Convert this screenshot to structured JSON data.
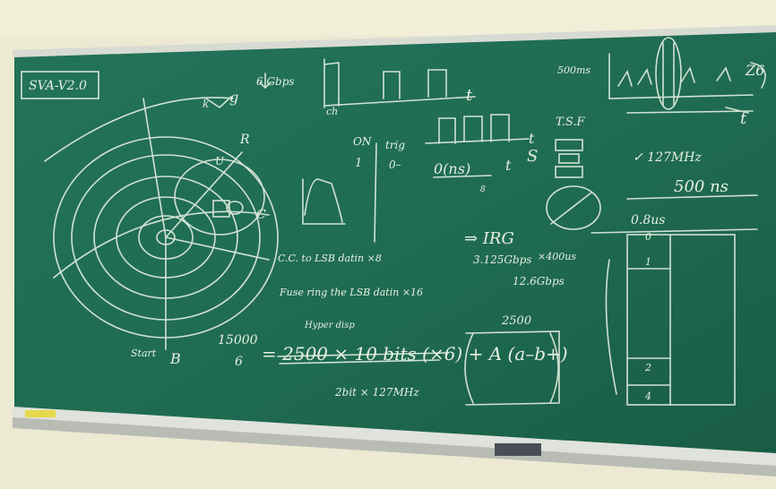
{
  "scene": {
    "colors": {
      "board": "#1f6b52",
      "board_dark": "#15523e",
      "wall": "#ecead2",
      "chalk": "#e6efe2",
      "frame": "#d9dcd6"
    }
  },
  "board_text": {
    "title": "SVA-V2.0",
    "rate_6": "6 Gbps",
    "axis_t1": "t",
    "axis_t2": "t",
    "axis_t3": "t",
    "axis_t4": "t",
    "fifty_ms": "500ms",
    "zone_a": "Z6",
    "tsf": "T.S.F",
    "freq_127": "✓ 127MHz",
    "dur_500": "500 ns",
    "delay_08": "0.8us",
    "on_label": "ON",
    "one_label": "1",
    "trig_label": "trig",
    "zero_label": "0–",
    "o_ns": "0(ns)",
    "irg": "⇒ IRG",
    "rate_3125": "3.125Gbps",
    "rate_12": "12.6Gbps",
    "x400": "×400us",
    "b2500": "2500",
    "frac_top": "15000",
    "frac_bot": "6",
    "main_eq": "= 2500 × 10 bits (×6) + A (a–b+)",
    "sub_eq": "2bit × 127MHz",
    "cc_note": "C.C. to LSB datin ×8",
    "fs_note": "Fuse ring the LSB datin ×16",
    "hyp_note": "Hyper disp",
    "start": "Start",
    "b_label": "B",
    "c_label": "C",
    "g_label": "g",
    "k_label": "k",
    "r_label": "R",
    "u_label": "U",
    "s_label": "S",
    "num_4": "4",
    "num_8": "8",
    "num_2": "2",
    "num_0": "0",
    "num_1": "1",
    "ch_label": "ch"
  }
}
